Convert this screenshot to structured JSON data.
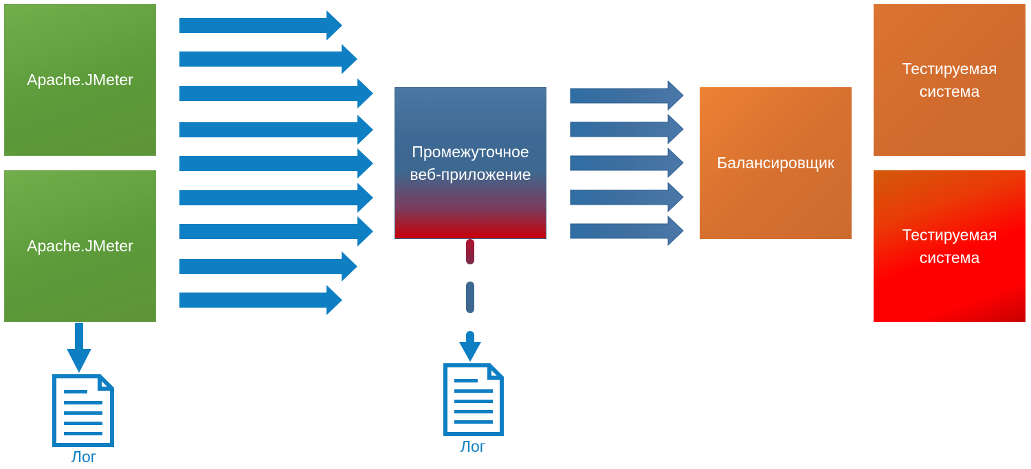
{
  "nodes": {
    "jmeter1": "Apache.JMeter",
    "jmeter2": "Apache.JMeter",
    "proxy": "Промежуточное веб-приложение",
    "balancer": "Балансировщик",
    "system1": "Тестируемая система",
    "system2": "Тестируемая система"
  },
  "logs": {
    "jmeter_log": "Лог",
    "proxy_log": "Лог"
  },
  "colors": {
    "jmeter": "#5e9a3c",
    "arrow_blue": "#0f7fc3",
    "proxy_top": "#3e6994",
    "proxy_bottom": "#c8000a",
    "balancer": "#d77130",
    "system_orange": "#d06b2e",
    "system_red": "#ff0000"
  },
  "icons": {
    "log_document": "document-icon"
  },
  "edges": {
    "jmeter_to_proxy_arrow_count": 9,
    "proxy_to_balancer_arrow_count": 5
  }
}
